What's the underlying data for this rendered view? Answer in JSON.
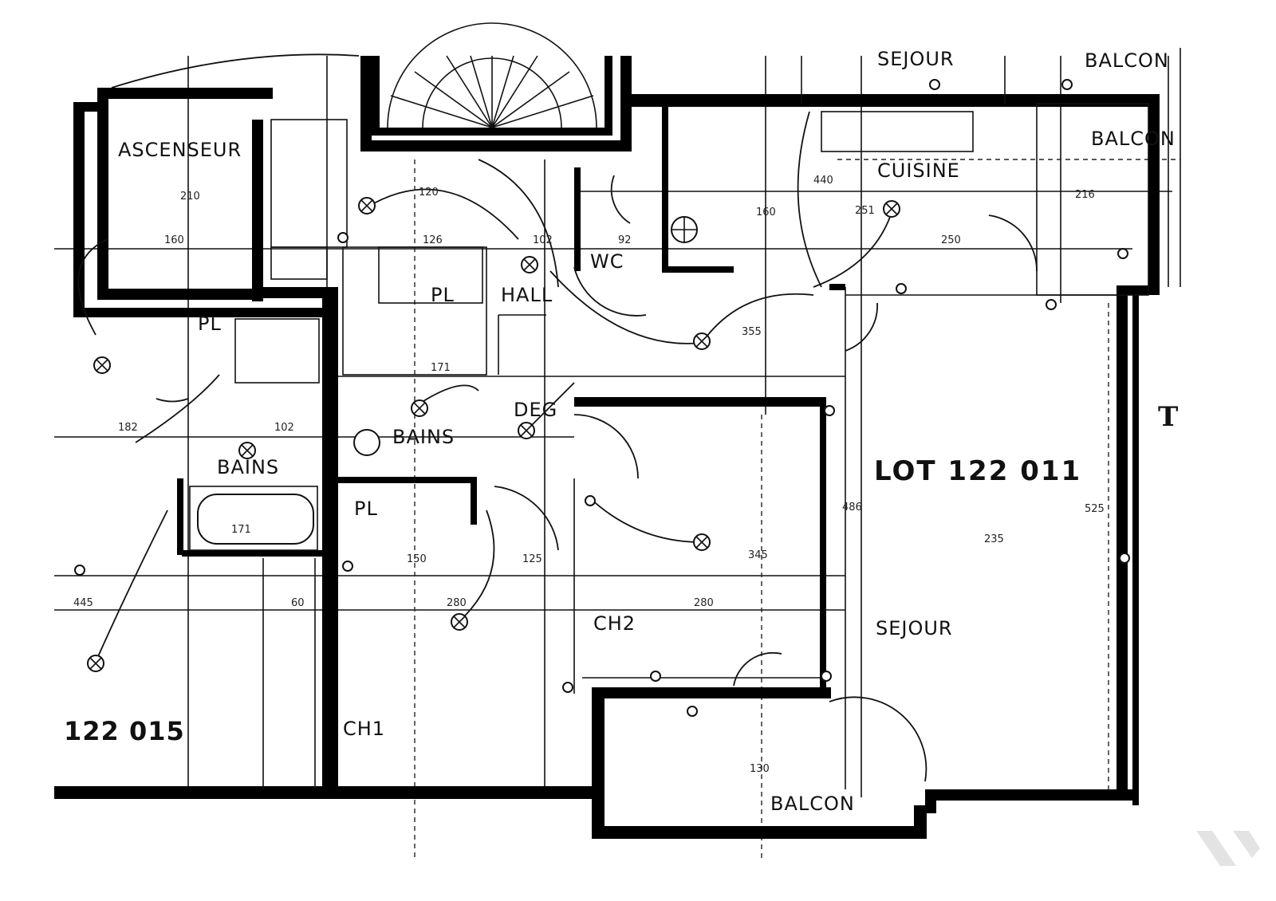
{
  "plan": {
    "lot_main": "LOT  122 011",
    "lot_neighbor": "122 015",
    "rooms": {
      "ascenseur": "ASCENSEUR",
      "cuisine": "CUISINE",
      "sejour_top": "SEJOUR",
      "balcon_top": "BALCON",
      "balcon_right": "BALCON",
      "hall": "HALL",
      "wc": "WC",
      "pl1": "PL",
      "pl2": "PL",
      "pl3": "PL",
      "bains_left": "BAINS",
      "bains_center": "BAINS",
      "deg": "DEG",
      "ch1": "CH1",
      "ch2": "CH2",
      "sejour": "SEJOUR",
      "balcon_bottom": "BALCON",
      "edge_letter": "T"
    },
    "dimensions": [
      "160",
      "126",
      "102",
      "92",
      "250",
      "440",
      "251",
      "160",
      "120",
      "171",
      "182",
      "102",
      "171",
      "150",
      "125",
      "280",
      "280",
      "445",
      "60",
      "216",
      "130",
      "525",
      "345",
      "486",
      "235",
      "210",
      "355"
    ]
  },
  "colors": {
    "ink": "#000000",
    "paper": "#ffffff"
  },
  "icons": [
    "light-fixture-icon",
    "spiral-staircase-icon",
    "door-swing-icon",
    "watermark-icon"
  ]
}
